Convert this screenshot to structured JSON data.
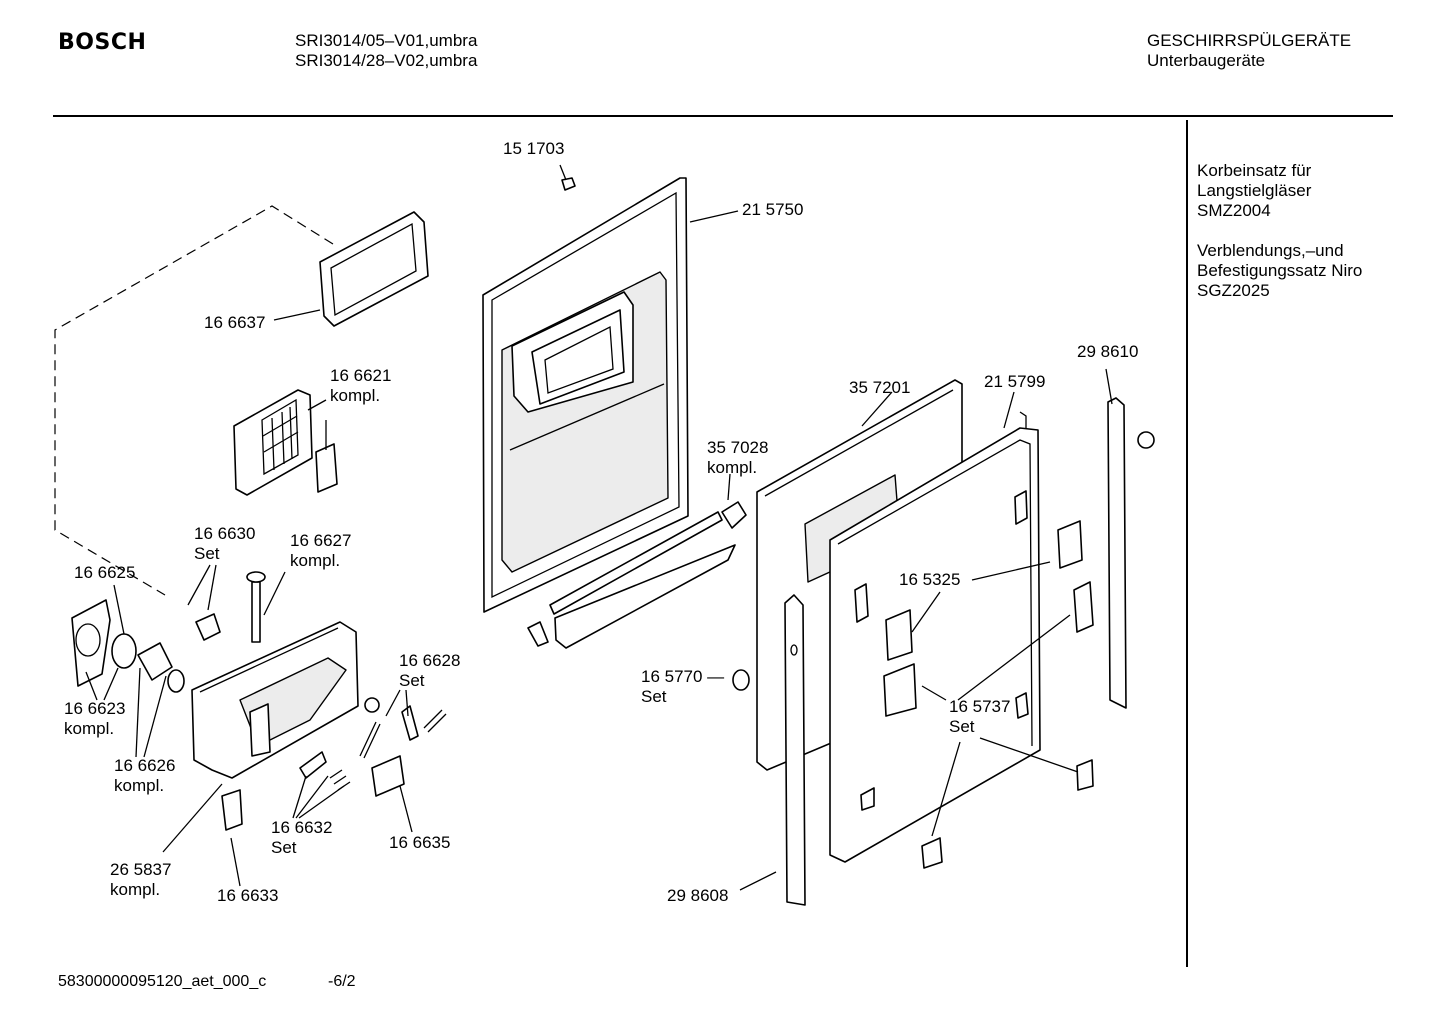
{
  "header": {
    "brand": "BOSCH",
    "model_line_1": "SRI3014/05–V01,umbra",
    "model_line_2": "SRI3014/28–V02,umbra",
    "category_line_1": "GESCHIRRSPÜLGERÄTE",
    "category_line_2": "Unterbaugeräte"
  },
  "accessories": [
    {
      "lines": [
        "Korbeinsatz für",
        "Langstielgläser",
        "SMZ2004"
      ]
    },
    {
      "lines": [
        "Verblendungs,–und",
        "Befestigungssatz Niro",
        "SGZ2025"
      ]
    }
  ],
  "parts": {
    "p151703": [
      "15 1703"
    ],
    "p215750": [
      "21 5750"
    ],
    "p166637": [
      "16 6637"
    ],
    "p166621": [
      "16 6621",
      "kompl."
    ],
    "p166630": [
      "16 6630",
      "Set"
    ],
    "p166627": [
      "16 6627",
      "kompl."
    ],
    "p166625": [
      "16 6625"
    ],
    "p166623": [
      "16 6623",
      "kompl."
    ],
    "p166626": [
      "16 6626",
      "kompl."
    ],
    "p166628": [
      "16 6628",
      "Set"
    ],
    "p166632": [
      "16 6632",
      "Set"
    ],
    "p166635": [
      "16 6635"
    ],
    "p265837": [
      "26 5837",
      "kompl."
    ],
    "p166633": [
      "16 6633"
    ],
    "p357028": [
      "35 7028",
      "kompl."
    ],
    "p357201": [
      "35 7201"
    ],
    "p215799": [
      "21 5799"
    ],
    "p298610": [
      "29 8610"
    ],
    "p165325": [
      "16 5325"
    ],
    "p165770": [
      "16 5770 —",
      "Set"
    ],
    "p165737": [
      "16 5737",
      "Set"
    ],
    "p298608": [
      "29 8608"
    ]
  },
  "footer": {
    "doc_id": "58300000095120_aet_000_c",
    "page": "-6/2"
  }
}
